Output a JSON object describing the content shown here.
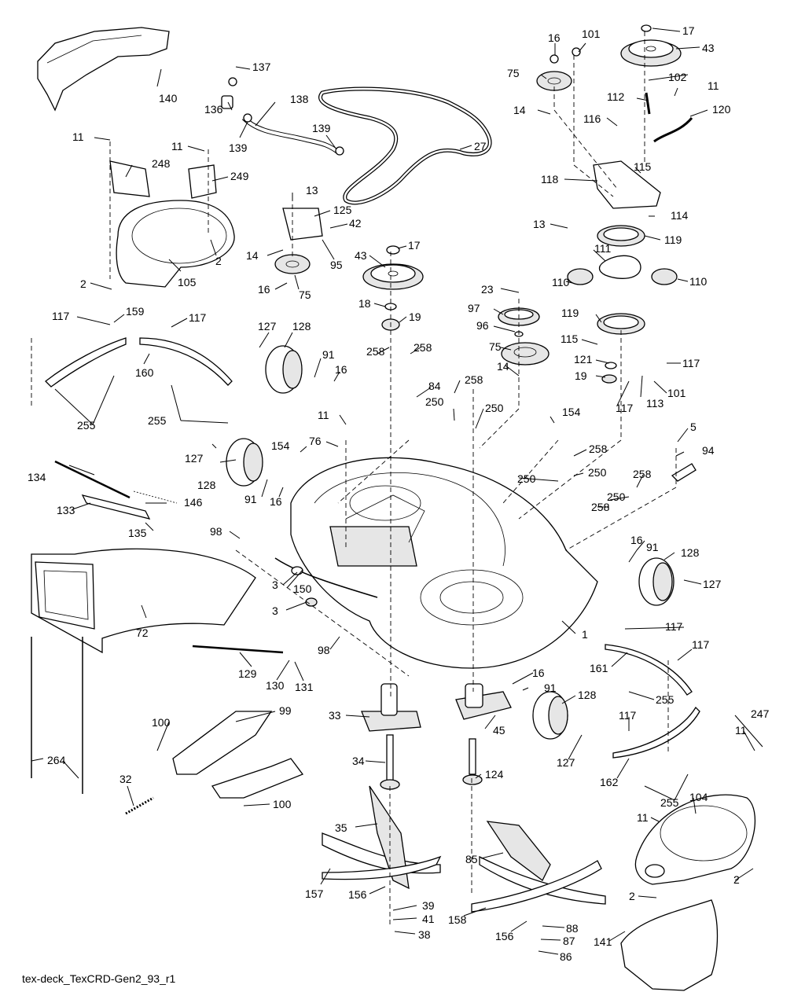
{
  "labels": {
    "n140": "140",
    "n137": "137",
    "n136": "136",
    "n138": "138",
    "n139a": "139",
    "n139b": "139",
    "n27": "27",
    "n16a": "16",
    "n101a": "101",
    "n17a": "17",
    "n43a": "43",
    "n75a": "75",
    "n102": "102",
    "n11a": "11",
    "n112": "112",
    "n120": "120",
    "n14a": "14",
    "n116": "116",
    "n11b": "11",
    "n248": "248",
    "n11c": "11",
    "n249": "249",
    "n13a": "13",
    "n125": "125",
    "n42": "42",
    "n115a": "115",
    "n118": "118",
    "n114": "114",
    "n2a": "2",
    "n105": "105",
    "n14b": "14",
    "n95": "95",
    "n2b": "2",
    "n16b": "16",
    "n75b": "75",
    "n13b": "13",
    "n119a": "119",
    "n17b": "17",
    "n43b": "43",
    "n111": "111",
    "n110a": "110",
    "n110b": "110",
    "n23": "23",
    "n117a": "117",
    "n159": "159",
    "n117b": "117",
    "n18": "18",
    "n19a": "19",
    "n97": "97",
    "n96": "96",
    "n119b": "119",
    "n127a": "127",
    "n128a": "128",
    "n115b": "115",
    "n258a": "258",
    "n258b": "258",
    "n75c": "75",
    "n121": "121",
    "n117c": "117",
    "n160": "160",
    "n91a": "91",
    "n16c": "16",
    "n14c": "14",
    "n19b": "19",
    "n101b": "101",
    "n84": "84",
    "n258c": "258",
    "n255a": "255",
    "n255b": "255",
    "n250a": "250",
    "n250b": "250",
    "n117d": "117",
    "n113": "113",
    "n11d": "11",
    "n154a": "154",
    "n76": "76",
    "n154b": "154",
    "n127b": "127",
    "n5": "5",
    "n258d": "258",
    "n94": "94",
    "n134": "134",
    "n128b": "128",
    "n250c": "250",
    "n250d": "250",
    "n258e": "258",
    "n91b": "91",
    "n16d": "16",
    "n146": "146",
    "n133": "133",
    "n250e": "250",
    "n258f": "258",
    "n135": "135",
    "n98a": "98",
    "n16e": "16",
    "n91c": "91",
    "n128c": "128",
    "n3a": "3",
    "n150": "150",
    "n127c": "127",
    "n3b": "3",
    "n72": "72",
    "n1": "1",
    "n117e": "117",
    "n98b": "98",
    "n117f": "117",
    "n161": "161",
    "n129": "129",
    "n130": "130",
    "n131": "131",
    "n16f": "16",
    "n91d": "91",
    "n128d": "128",
    "n255c": "255",
    "n100a": "100",
    "n99": "99",
    "n33": "33",
    "n45": "45",
    "n117g": "117",
    "n247": "247",
    "n11e": "11",
    "n127d": "127",
    "n264": "264",
    "n34": "34",
    "n124": "124",
    "n162": "162",
    "n255d": "255",
    "n104": "104",
    "n32": "32",
    "n100b": "100",
    "n11f": "11",
    "n35": "35",
    "n85": "85",
    "n157": "157",
    "n156a": "156",
    "n39": "39",
    "n41": "41",
    "n2c": "2",
    "n2d": "2",
    "n38": "38",
    "n158": "158",
    "n156b": "156",
    "n88": "88",
    "n87": "87",
    "n86": "86",
    "n141": "141"
  },
  "footer": "tex-deck_TexCRD-Gen2_93_r1"
}
